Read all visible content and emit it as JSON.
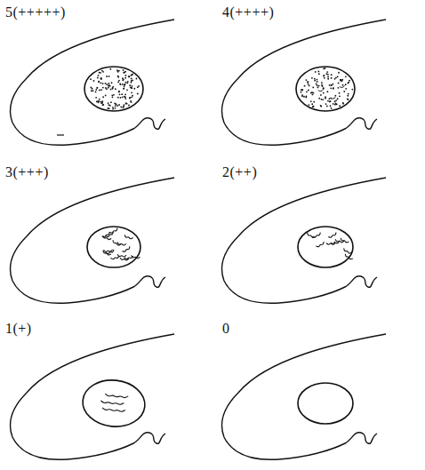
{
  "diagram": {
    "labels": [
      "5(+++++)",
      "4(++++)",
      "3(+++)",
      "2(++)",
      "1(+)",
      "0"
    ]
  }
}
